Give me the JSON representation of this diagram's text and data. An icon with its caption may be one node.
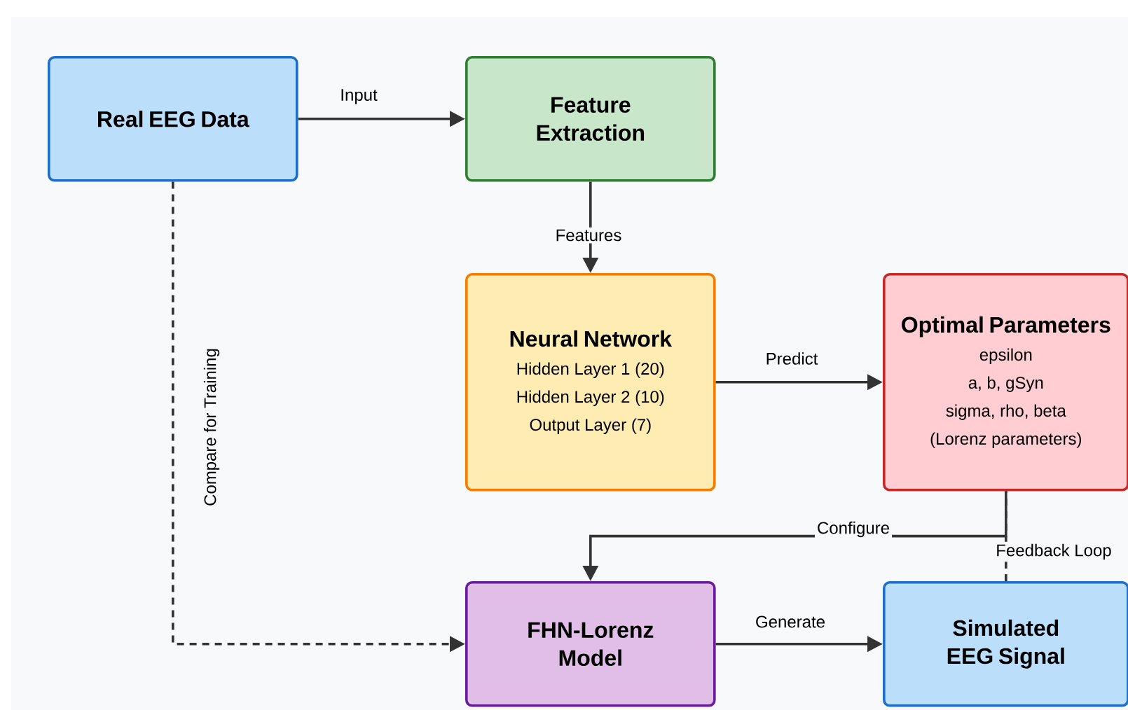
{
  "diagram": {
    "nodes": [
      {
        "text": [
          "Real EEG Data"
        ]
      },
      {
        "text": [
          "Feature Extraction"
        ]
      },
      {
        "text": [
          "Neural Network",
          "Hidden Layer 1 (20)",
          "Hidden Layer 2 (10)",
          "Output Layer (7)"
        ]
      },
      {
        "text": [
          "Optimal Parameters",
          "epsilon",
          "a, b, gSyn",
          "sigma, rho, beta",
          "(Lorenz parameters)"
        ]
      },
      {
        "text": [
          "FHN-Lorenz Model"
        ]
      },
      {
        "text": [
          "Simulated EEG Signal"
        ]
      }
    ],
    "edges": [
      {
        "from": 0,
        "to": 1,
        "arrow": "to",
        "label": "Input"
      },
      {
        "from": 1,
        "to": 2,
        "arrow": "to",
        "label": "Features"
      },
      {
        "from": 2,
        "to": 3,
        "arrow": "to",
        "label": "Predict"
      },
      {
        "from": 3,
        "to": 4,
        "arrow": "to",
        "label": "Configure"
      },
      {
        "from": 4,
        "to": 5,
        "arrow": "to",
        "label": "Generate"
      },
      {
        "from": 0,
        "to": 4,
        "arrow": "to",
        "label": "Compare for Training",
        "style": "dashed"
      },
      {
        "from": 5,
        "to": 3,
        "arrow": "none",
        "label": "Feedback Loop",
        "style": "dashed"
      }
    ]
  }
}
